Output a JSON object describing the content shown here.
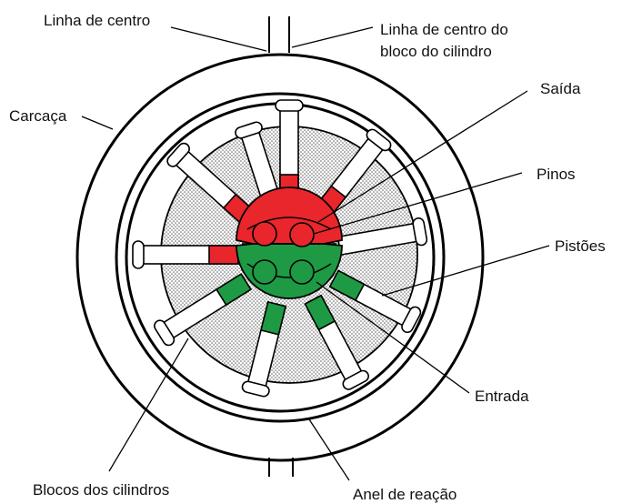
{
  "labels": {
    "centerline": "Linha de centro",
    "block_centerline_1": "Linha de centro do",
    "block_centerline_2": "bloco do cilindro",
    "housing": "Carcaça",
    "outlet": "Saída",
    "pins": "Pinos",
    "pistons": "Pistões",
    "inlet": "Entrada",
    "cylinder_blocks": "Blocos dos cilindros",
    "reaction_ring": "Anel de reação"
  },
  "colors": {
    "outlet_port": "#e8262b",
    "inlet_port": "#1e9a44",
    "dotted_fill": "#c9c9c9"
  }
}
